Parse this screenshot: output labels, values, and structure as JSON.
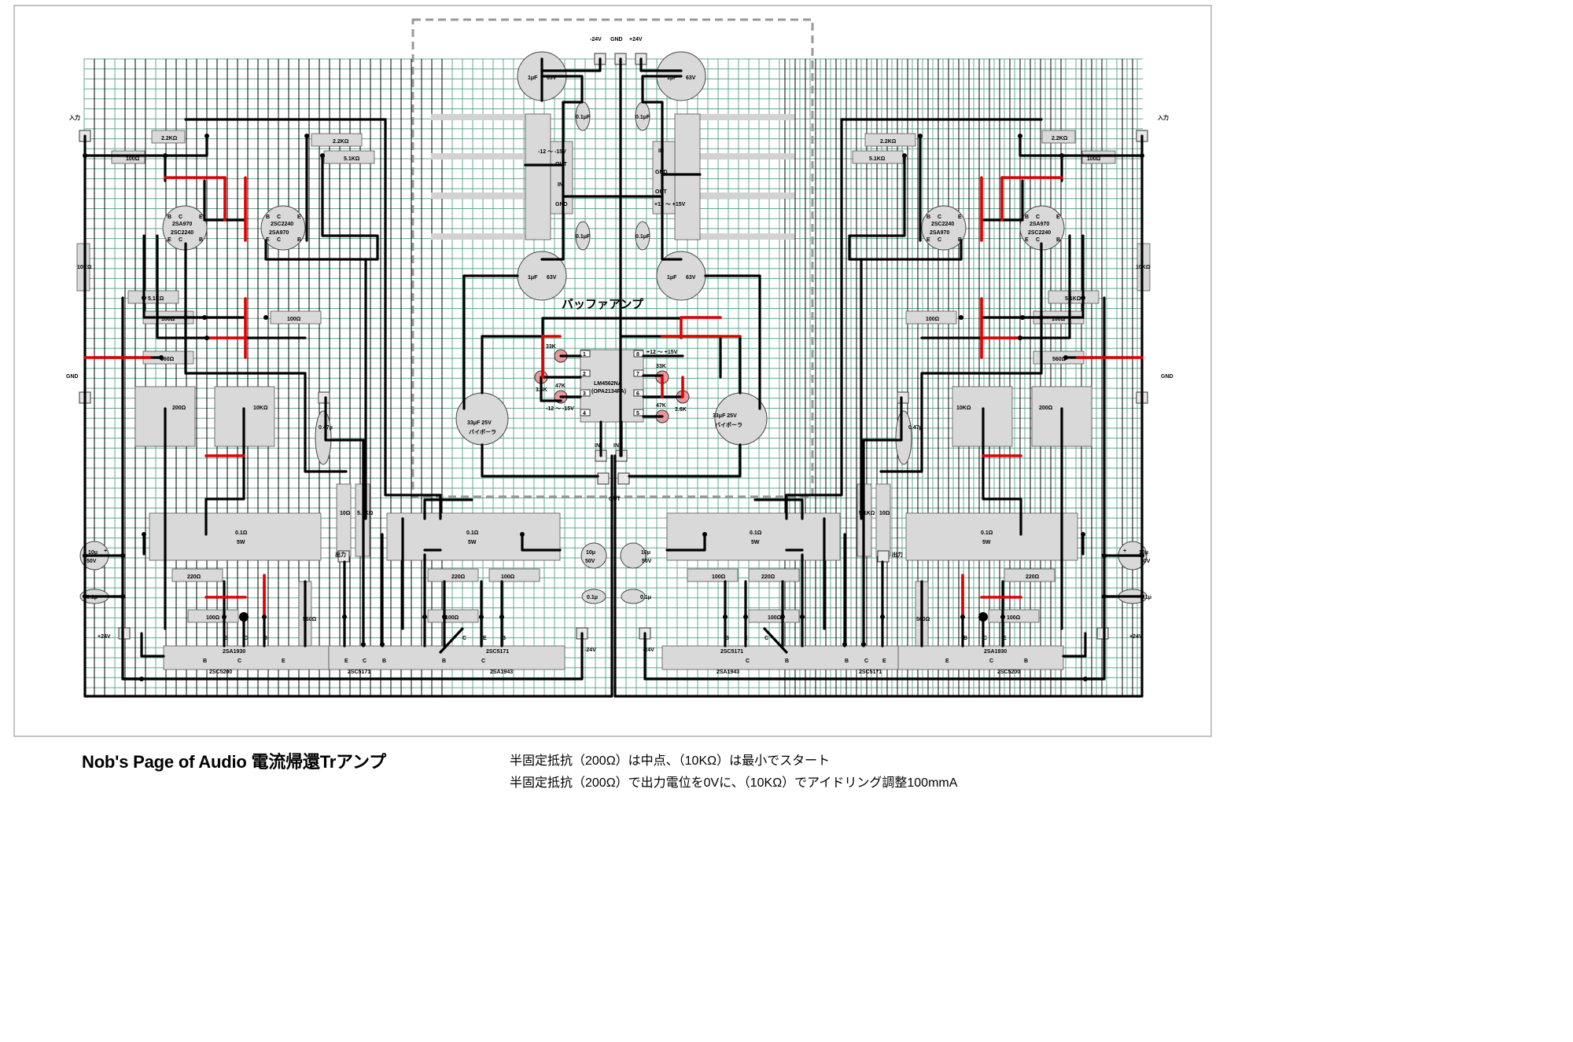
{
  "caption": {
    "title": "Nob's Page of Audio 電流帰還Trアンプ",
    "note_line1": "半固定抵抗（200Ω）は中点、（10KΩ）は最小でスタート",
    "note_line2": "半固定抵抗（200Ω）で出力電位を0Vに、（10KΩ）でアイドリング調整100mmA"
  },
  "colors": {
    "grid": "#2e8b6e",
    "wire": "#000000",
    "jumper": "#e00000",
    "component": "#d9d9d9",
    "pad": "#e89a9a"
  },
  "terminals": {
    "input": "入力",
    "gnd": "GND",
    "minus24": "-24V",
    "plus24": "+24V",
    "output": "出力",
    "in": "IN",
    "out": "OUT"
  },
  "buffer": {
    "title": "バッファアンプ",
    "opamp_line1": "LM4562NA",
    "opamp_line2": "(OPA2134PA)",
    "pins": [
      "1",
      "2",
      "3",
      "4",
      "5",
      "6",
      "7",
      "8"
    ],
    "rail_neg": "-12 ～ -15V",
    "rail_pos": "+12 ～ +15V",
    "r_33k": "33K",
    "r_47k": "47K",
    "r_3_6k": "3.6K",
    "cap_bipolar_value": "33μF  25V",
    "cap_bipolar_type": "バイポーラ",
    "reg_neg_rail": "-12 ～ -15V",
    "reg_pos_rail": "+12 ～ +15V",
    "reg_out": "OUT",
    "reg_in": "IN",
    "reg_gnd": "GND",
    "cap_1u": "1μF",
    "cap_1u_v": "63V",
    "cap_0_1u": "0.1μF"
  },
  "amp": {
    "r_2_2k": "2.2KΩ",
    "r_100": "100Ω",
    "r_5_1k": "5.1KΩ",
    "r_10k": "10KΩ",
    "r_560": "560Ω",
    "r_220": "220Ω",
    "r_560_v": "560Ω",
    "r_10": "10Ω",
    "vr_200": "200Ω",
    "vr_10k": "10KΩ",
    "r_01_line1": "0.1Ω",
    "r_01_line2": "5W",
    "cap_10u": "10μ",
    "cap_10u_v": "50V",
    "cap_01u": "0.1μ",
    "cap_047": "0.47μ",
    "q_2sa970": "2SA970",
    "q_2sc2240": "2SC2240",
    "q_2sa1930": "2SA1930",
    "q_2sc5200": "2SC5200",
    "q_2sc5171": "2SC5171",
    "q_2sa1943": "2SA1943",
    "pin_b": "B",
    "pin_c": "C",
    "pin_e": "E",
    "plus": "+"
  }
}
